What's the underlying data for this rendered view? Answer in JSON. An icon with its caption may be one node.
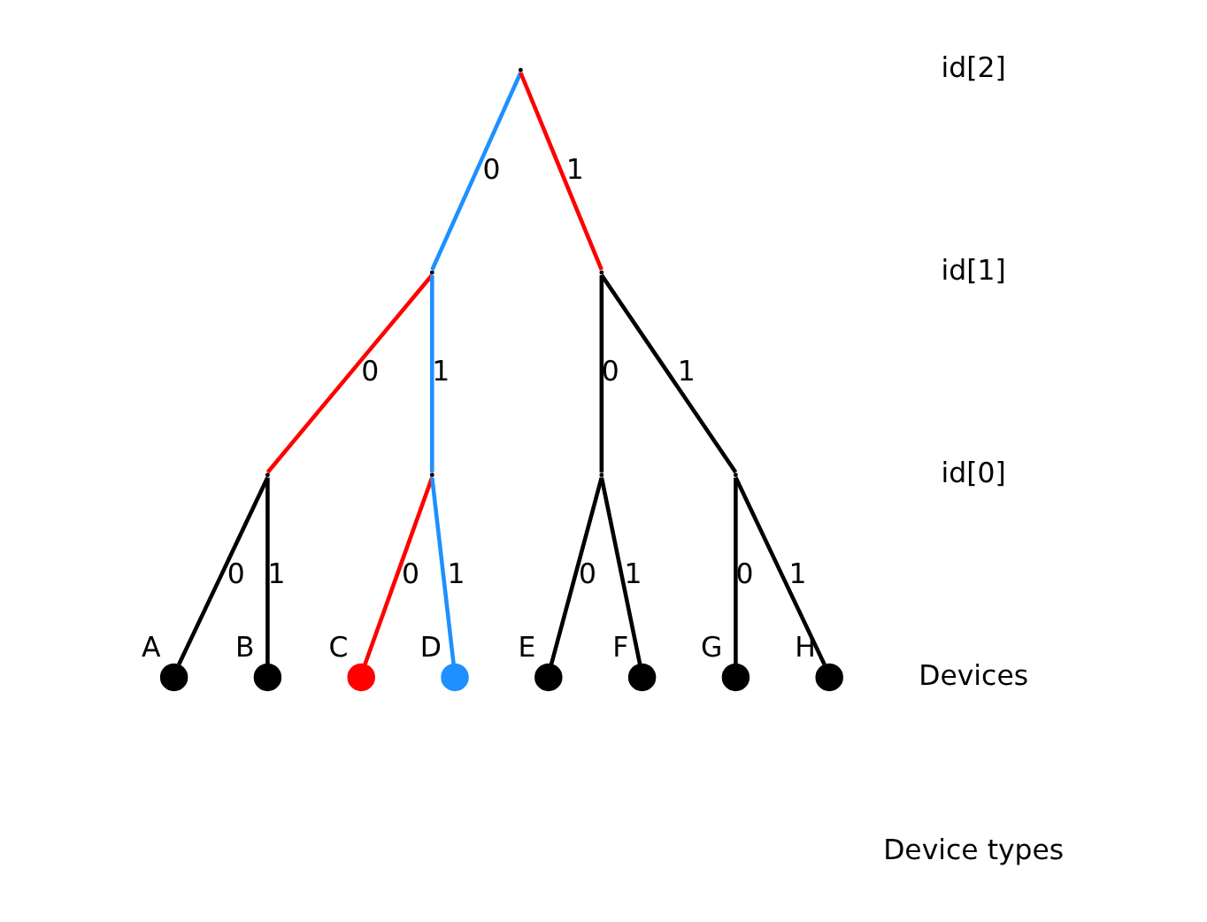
{
  "diagram": {
    "nodes": [
      {
        "text": [],
        "shape": "point"
      },
      {
        "text": [],
        "shape": "point"
      },
      {
        "text": [],
        "shape": "point"
      },
      {
        "text": [],
        "shape": "point"
      },
      {
        "text": [],
        "shape": "point"
      },
      {
        "text": [],
        "shape": "point"
      },
      {
        "text": [],
        "shape": "point"
      },
      {
        "text": [
          "A"
        ]
      },
      {
        "text": [
          "B"
        ]
      },
      {
        "text": [
          "C"
        ]
      },
      {
        "text": [
          "D"
        ]
      },
      {
        "text": [
          "E"
        ]
      },
      {
        "text": [
          "F"
        ]
      },
      {
        "text": [
          "G"
        ]
      },
      {
        "text": [
          "H"
        ]
      }
    ],
    "edges": [
      {
        "from": 0,
        "to": 1,
        "arrow": "none",
        "label": "0",
        "color": "#1e90ff"
      },
      {
        "from": 0,
        "to": 2,
        "arrow": "none",
        "label": "1",
        "color": "#ff0000"
      },
      {
        "from": 1,
        "to": 3,
        "arrow": "none",
        "label": "0",
        "color": "#ff0000"
      },
      {
        "from": 1,
        "to": 4,
        "arrow": "none",
        "label": "1",
        "color": "#1e90ff"
      },
      {
        "from": 2,
        "to": 5,
        "arrow": "none",
        "label": "0"
      },
      {
        "from": 2,
        "to": 6,
        "arrow": "none",
        "label": "1"
      },
      {
        "from": 3,
        "to": 7,
        "arrow": "none",
        "label": "0"
      },
      {
        "from": 3,
        "to": 8,
        "arrow": "none",
        "label": "1"
      },
      {
        "from": 4,
        "to": 9,
        "arrow": "none",
        "label": "0",
        "color": "#ff0000"
      },
      {
        "from": 4,
        "to": 10,
        "arrow": "none",
        "label": "1",
        "color": "#1e90ff"
      },
      {
        "from": 5,
        "to": 11,
        "arrow": "none",
        "label": "0"
      },
      {
        "from": 5,
        "to": 12,
        "arrow": "none",
        "label": "1"
      },
      {
        "from": 6,
        "to": 13,
        "arrow": "none",
        "label": "0"
      },
      {
        "from": 6,
        "to": 14,
        "arrow": "none",
        "label": "1"
      }
    ],
    "labels": [
      "id[2]",
      "id[1]",
      "id[0]",
      "Devices",
      "Device types"
    ]
  }
}
